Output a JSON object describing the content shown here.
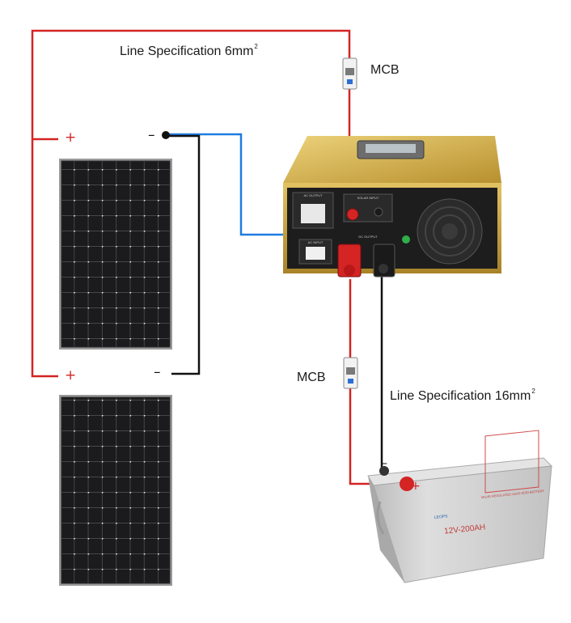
{
  "labels": {
    "line_spec_top": "Line Specification 6mm",
    "line_spec_top_sup": "2",
    "line_spec_bottom": "Line Specification 16mm",
    "line_spec_bottom_sup": "2",
    "mcb_top": "MCB",
    "mcb_bottom": "MCB"
  },
  "signs": {
    "plus": "+",
    "minus": "–"
  },
  "controller": {
    "ac_output": "AC OUTPUT",
    "solar_input": "SOLAR INPUT",
    "ac_input": "AC INPUT",
    "dc_output": "DC OUTPUT"
  },
  "battery": {
    "rating": "12V-200AH",
    "brand": "LEOPS",
    "type": "VALVE REGULATED LEAD ACID BATTERY"
  },
  "colors": {
    "positive_wire": "#d42424",
    "negative_wire": "#111111",
    "pv_negative_wire": "#1f7be0",
    "controller_body": "#c9a640",
    "panel": "#141414",
    "battery_body": "#cfcfcf"
  }
}
